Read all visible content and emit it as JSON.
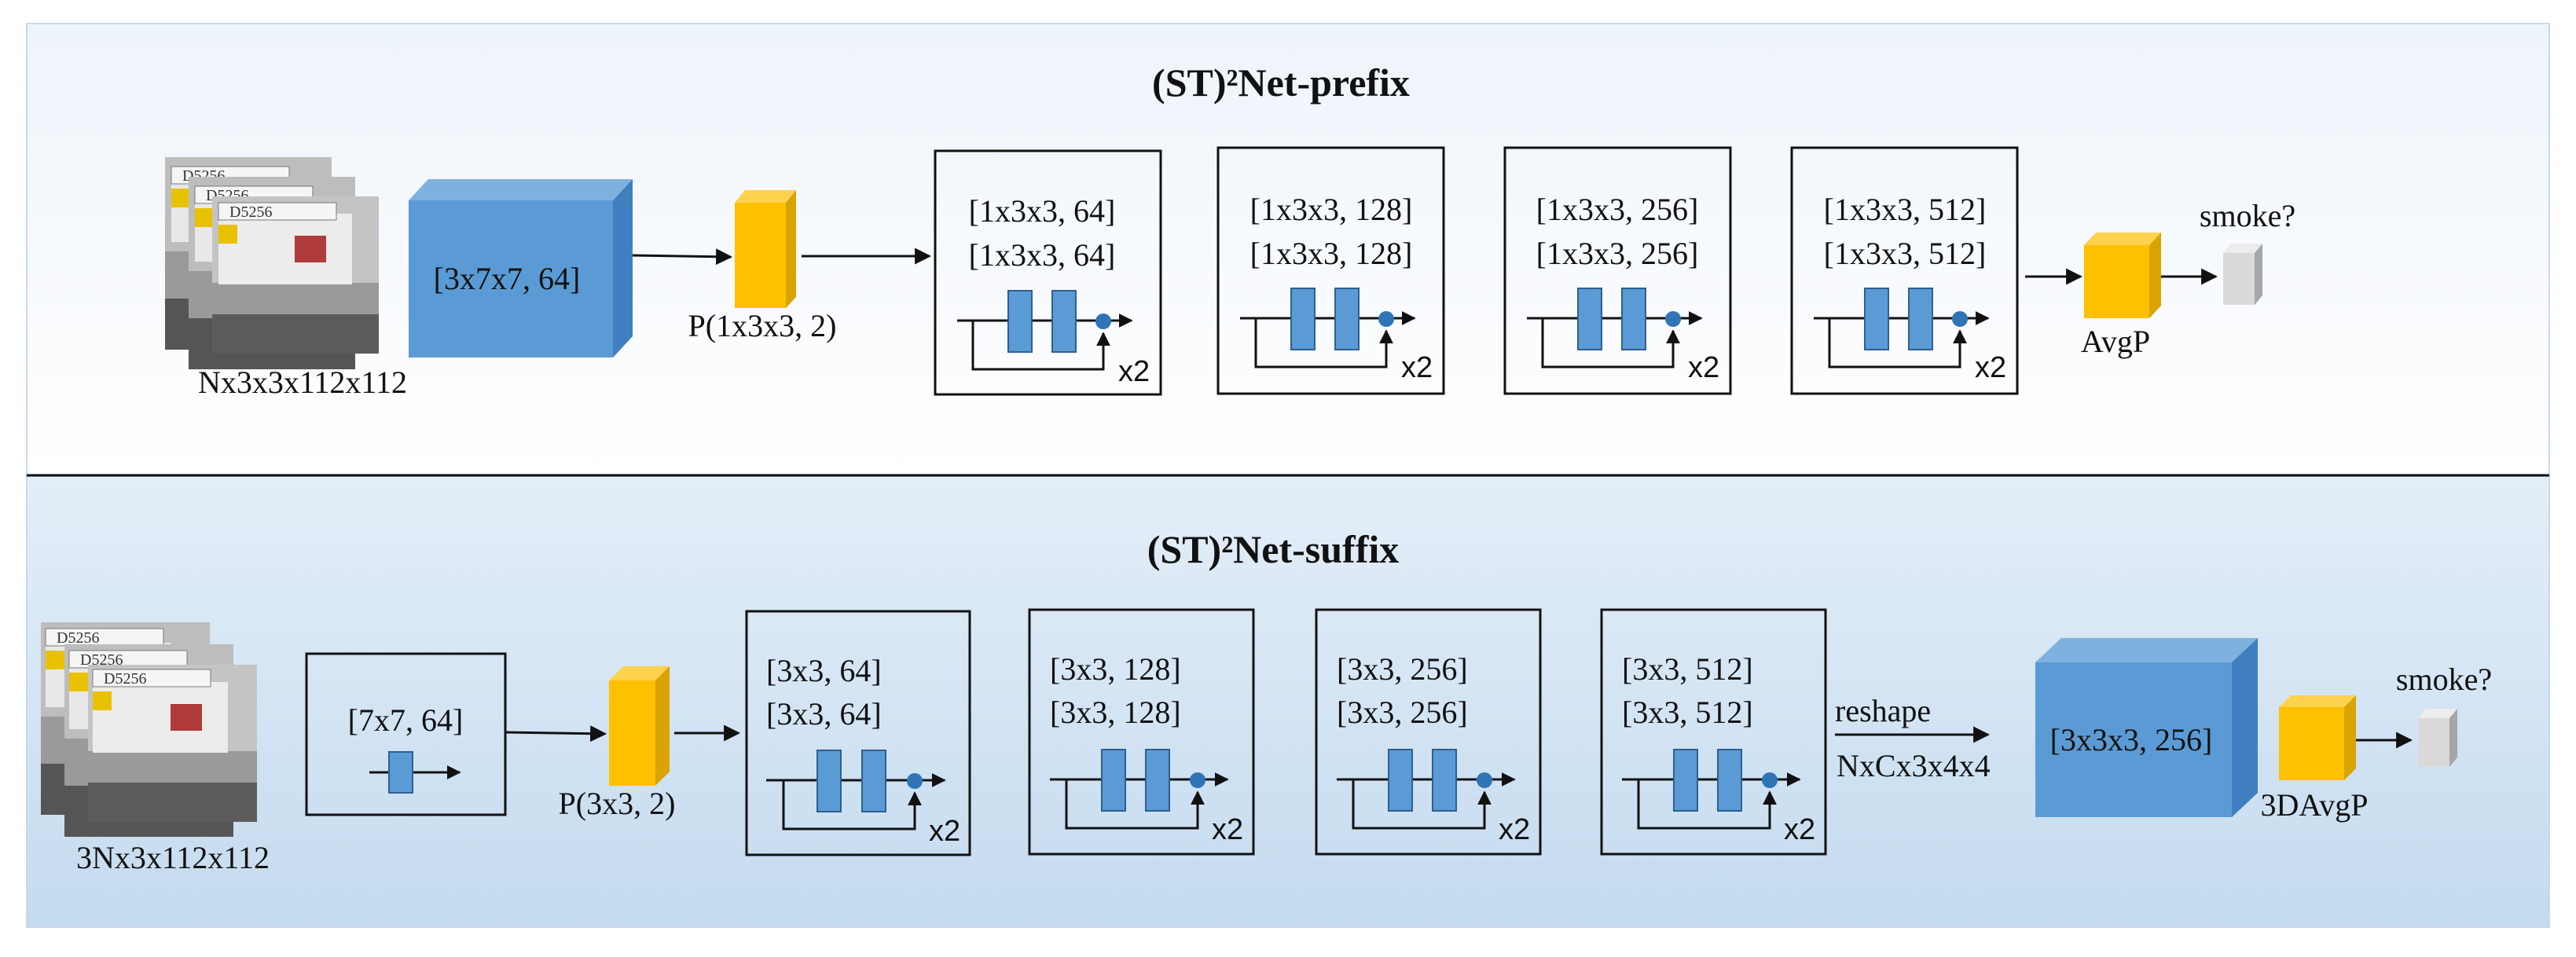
{
  "colors": {
    "panel_top": "#eef4fb",
    "panel_bottom": "#c9def0",
    "blue_front": "#5b9bd5",
    "blue_top": "#7fb1df",
    "blue_side": "#3f7fbf",
    "yellow_front": "#ffc000",
    "yellow_top": "#ffd24d",
    "yellow_side": "#d9a300",
    "gray_front": "#d9d9d9",
    "gray_side": "#a6a6a6"
  },
  "prefix": {
    "title": "(ST)²Net-prefix",
    "input_label": "Nx3x3x112x112",
    "input_plate_text": "D5256",
    "conv_label": "[3x7x7, 64]",
    "pool_label": "P(1x3x3, 2)",
    "blocks": [
      {
        "line1": "[1x3x3, 64]",
        "line2": "[1x3x3, 64]",
        "repeat": "x2"
      },
      {
        "line1": "[1x3x3, 128]",
        "line2": "[1x3x3, 128]",
        "repeat": "x2"
      },
      {
        "line1": "[1x3x3, 256]",
        "line2": "[1x3x3, 256]",
        "repeat": "x2"
      },
      {
        "line1": "[1x3x3, 512]",
        "line2": "[1x3x3, 512]",
        "repeat": "x2"
      }
    ],
    "avgpool_label": "AvgP",
    "output_label": "smoke?"
  },
  "suffix": {
    "title": "(ST)²Net-suffix",
    "input_label": "3Nx3x112x112",
    "input_plate_text": "D5256",
    "conv_label": "[7x7, 64]",
    "pool_label": "P(3x3, 2)",
    "blocks": [
      {
        "line1": "[3x3, 64]",
        "line2": "[3x3, 64]",
        "repeat": "x2"
      },
      {
        "line1": "[3x3, 128]",
        "line2": "[3x3, 128]",
        "repeat": "x2"
      },
      {
        "line1": "[3x3, 256]",
        "line2": "[3x3, 256]",
        "repeat": "x2"
      },
      {
        "line1": "[3x3, 512]",
        "line2": "[3x3, 512]",
        "repeat": "x2"
      }
    ],
    "reshape_label": "reshape",
    "reshape_shape": "NxCx3x4x4",
    "conv3d_label": "[3x3x3, 256]",
    "avgpool_label": "3DAvgP",
    "output_label": "smoke?"
  }
}
